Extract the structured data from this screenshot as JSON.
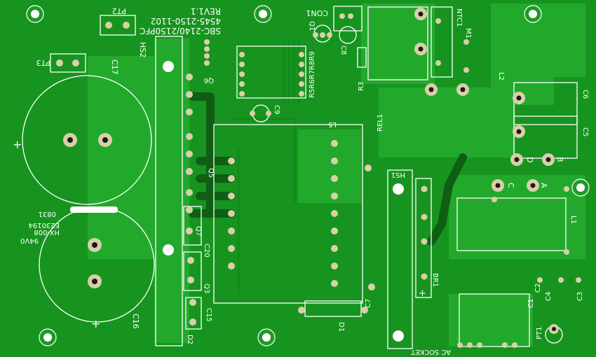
{
  "board": {
    "title_lines": [
      "SBC-2140/2150PFC",
      "4545-2150-1102",
      "REV1.1"
    ],
    "cert_lines": [
      "E230194",
      "HX-008",
      "94V0",
      "0831"
    ],
    "colors": {
      "board": "#17941f",
      "copper": "#21a82b",
      "silk": "#ffffff",
      "pad": "#d8d0a8",
      "hole": "#1a1a1a"
    }
  },
  "labels": {
    "pt2": "PT2",
    "pt3": "PT3",
    "pt1": "PT1",
    "hs2": "HS2",
    "hs1": "HS1",
    "c17": "C17",
    "c16": "C16",
    "plus": "+",
    "con1": "CON1",
    "q1": "Q1",
    "c8": "C8",
    "r5_r9": "R5R6R7R8R9",
    "r3": "R3",
    "c9": "C9",
    "q6": "Q6",
    "q5": "Q5",
    "q7": "Q7",
    "q3": "Q3",
    "c20": "C20",
    "c15": "C15",
    "d2": "D2",
    "l5": "L5",
    "rel1": "REL1",
    "ntc1": "NTC1",
    "m1": "M1",
    "l2": "L2",
    "c6": "C6",
    "c5": "C5",
    "pin_d": "D",
    "pin_b": "B",
    "pin_c": "C",
    "pin_a": "A",
    "l1": "L1",
    "br1": "BR1",
    "c7": "C7",
    "d1": "D1",
    "c1": "C1",
    "c2": "C2",
    "c3": "C3",
    "c4": "C4",
    "ac_socket": "AC SOCKET"
  }
}
